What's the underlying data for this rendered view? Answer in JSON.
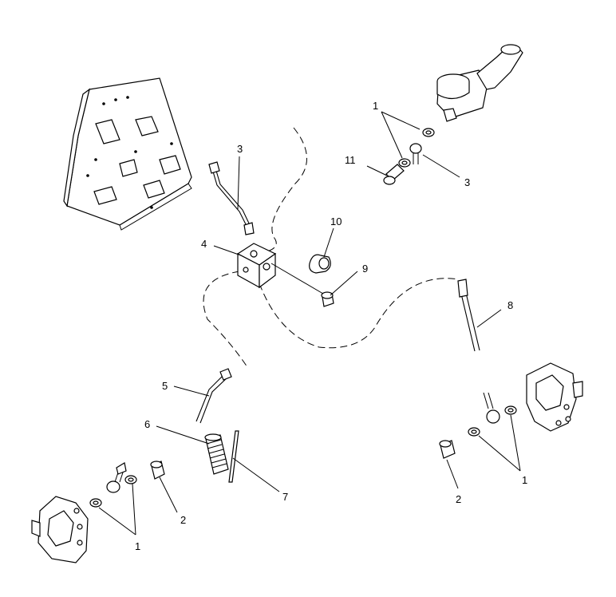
{
  "callouts": [
    {
      "id": "c1a",
      "label": "1"
    },
    {
      "id": "c1b",
      "label": "1"
    },
    {
      "id": "c1c",
      "label": "1"
    },
    {
      "id": "c2a",
      "label": "2"
    },
    {
      "id": "c2b",
      "label": "2"
    },
    {
      "id": "c3a",
      "label": "3"
    },
    {
      "id": "c3b",
      "label": "3"
    },
    {
      "id": "c4",
      "label": "4"
    },
    {
      "id": "c5",
      "label": "5"
    },
    {
      "id": "c6",
      "label": "6"
    },
    {
      "id": "c7",
      "label": "7"
    },
    {
      "id": "c8",
      "label": "8"
    },
    {
      "id": "c9",
      "label": "9"
    },
    {
      "id": "c10",
      "label": "10"
    },
    {
      "id": "c11",
      "label": "11"
    }
  ]
}
